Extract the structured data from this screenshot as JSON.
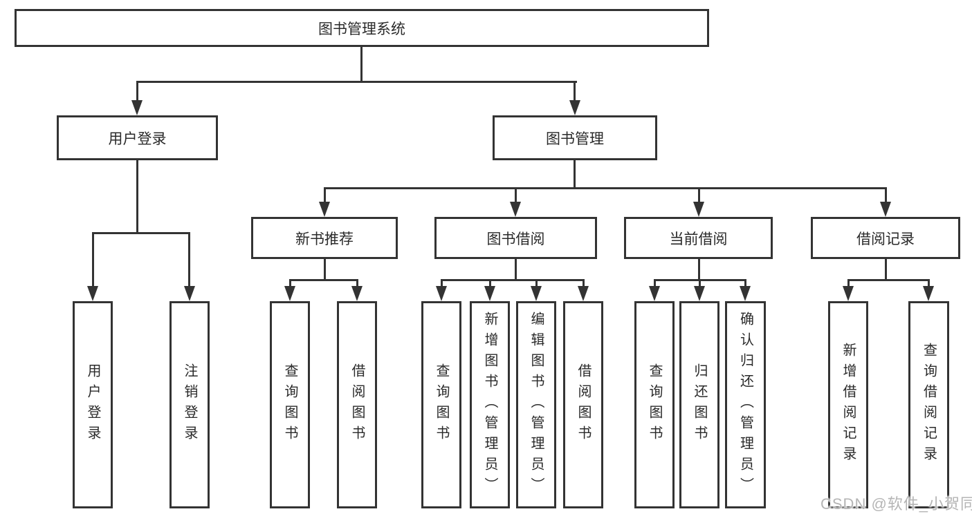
{
  "diagram": {
    "root": {
      "label": "图书管理系统"
    },
    "branches": [
      {
        "label": "用户登录",
        "children": [
          {
            "label": "用户登录"
          },
          {
            "label": "注销登录"
          }
        ]
      },
      {
        "label": "图书管理",
        "children": [
          {
            "label": "新书推荐",
            "children": [
              {
                "label": "查询图书"
              },
              {
                "label": "借阅图书"
              }
            ]
          },
          {
            "label": "图书借阅",
            "children": [
              {
                "label": "查询图书"
              },
              {
                "label": "新增图书（管理员）"
              },
              {
                "label": "编辑图书（管理员）"
              },
              {
                "label": "借阅图书"
              }
            ]
          },
          {
            "label": "当前借阅",
            "children": [
              {
                "label": "查询图书"
              },
              {
                "label": "归还图书"
              },
              {
                "label": "确认归还（管理员）"
              }
            ]
          },
          {
            "label": "借阅记录",
            "children": [
              {
                "label": "新增借阅记录"
              },
              {
                "label": "查询借阅记录"
              }
            ]
          }
        ]
      }
    ]
  },
  "watermark": {
    "text": "CSDN @软件_小贺同学",
    "color": "#b5b5b5"
  },
  "colors": {
    "line": "#333333",
    "text": "#2a2a2a",
    "background": "#ffffff"
  }
}
